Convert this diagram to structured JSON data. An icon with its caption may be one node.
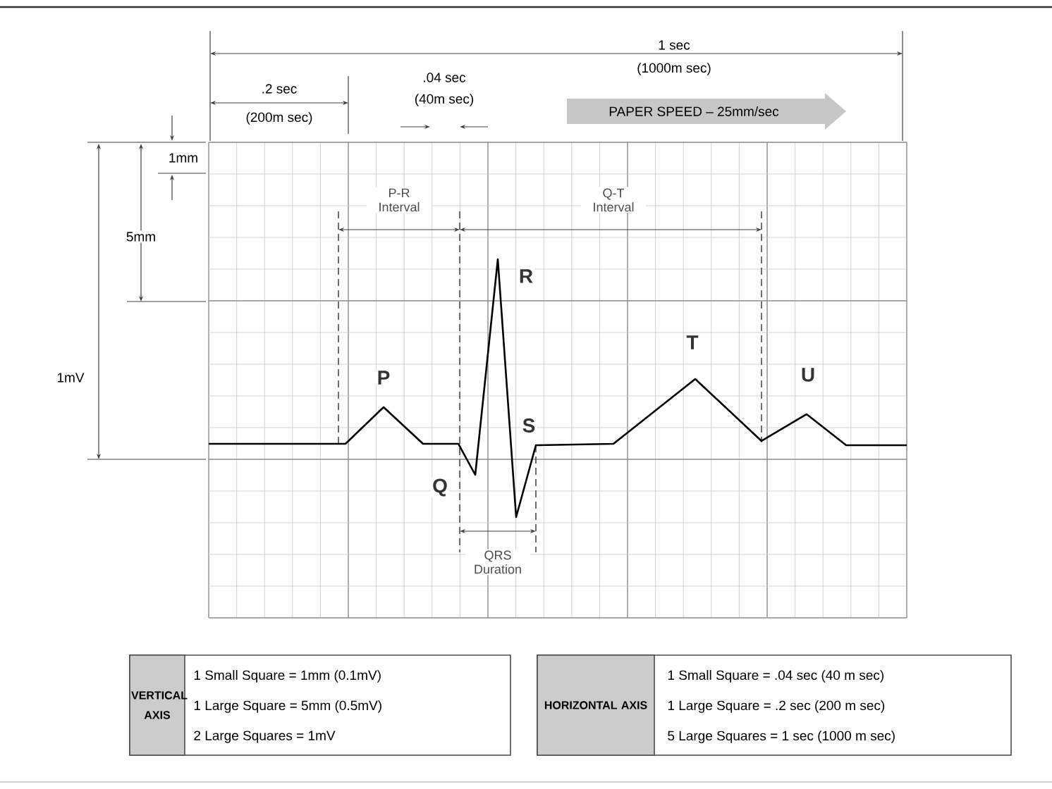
{
  "diagram": {
    "labels": [
      "1 sec",
      "(1000m sec)",
      ".2 sec",
      "(200m sec)",
      ".04 sec",
      "(40m sec)",
      "PAPER SPEED – 25mm/sec",
      "1mm",
      "P-R Interval",
      "Q-T Interval",
      "5mm",
      "R",
      "1mV",
      "T",
      "P",
      "U",
      "S",
      "Q",
      "QRS Duration",
      "VERTICAL AXIS",
      "1 Small Square = 1mm (0.1mV)",
      "1 Large Square = 5mm (0.5mV)",
      "2 Large Squares = 1mV",
      "HORIZONTAL AXIS",
      "1 Small Square = .04 sec (40 m sec)",
      "1 Large Square = .2 sec (200 m sec)",
      "5 Large Squares = 1 sec (1000 m sec)"
    ]
  }
}
